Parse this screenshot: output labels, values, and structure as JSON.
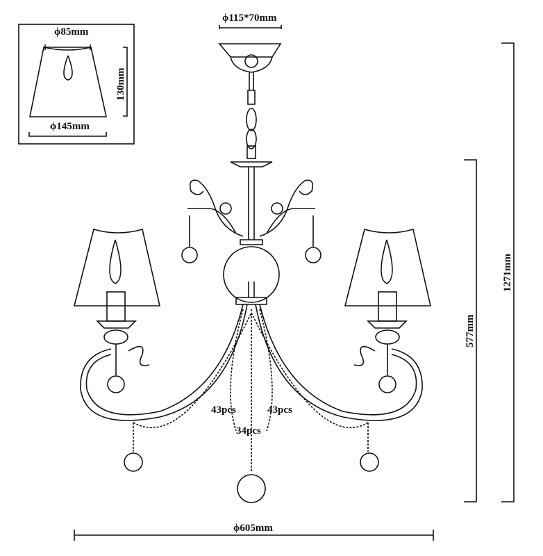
{
  "inset": {
    "shade_top_diameter": "ϕ85mm",
    "shade_height": "130mm",
    "shade_bottom_diameter": "ϕ145mm"
  },
  "canopy_dimension": "ϕ115*70mm",
  "height_total": "1271mm",
  "height_body": "577mm",
  "overall_diameter": "ϕ605mm",
  "bead_counts": {
    "left_strand": "43pcs",
    "right_strand": "43pcs",
    "center_strand": "34pcs"
  }
}
